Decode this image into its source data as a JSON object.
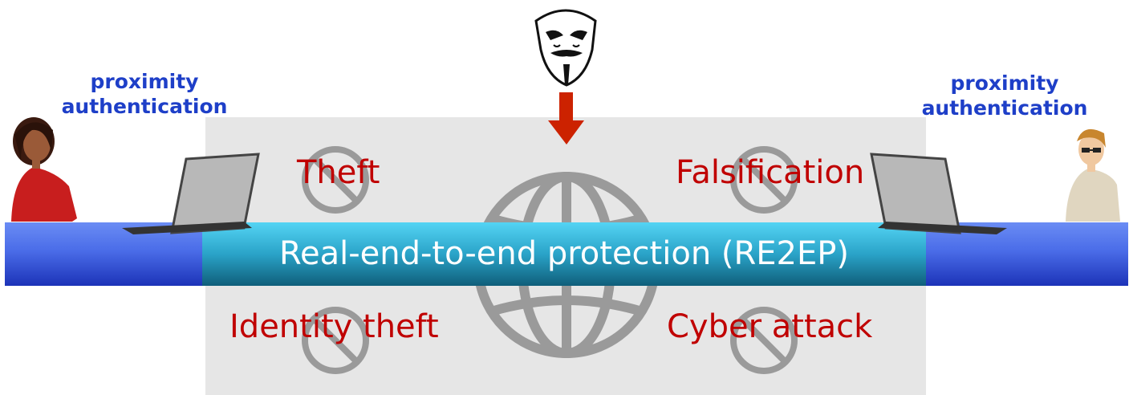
{
  "diagram": {
    "band_label": "Real-end-to-end protection (RE2EP)",
    "left_auth": {
      "line1": "proximity",
      "line2": "authentication"
    },
    "right_auth": {
      "line1": "proximity",
      "line2": "authentication"
    },
    "threats": {
      "theft": "Theft",
      "falsification": "Falsification",
      "identity_theft": "Identity theft",
      "cyber_attack": "Cyber attack"
    }
  },
  "colors": {
    "threat_text": "#c00000",
    "auth_text": "#1e3fc8",
    "band_blue": "#4a6ce8",
    "band_teal": "#2aa3c8",
    "arrow": "#cc2200",
    "prohibit_gray": "#9a9a9a"
  },
  "icons": [
    "hacker-mask-icon",
    "down-arrow-icon",
    "globe-icon",
    "prohibited-icon",
    "laptop-icon",
    "person-icon"
  ]
}
